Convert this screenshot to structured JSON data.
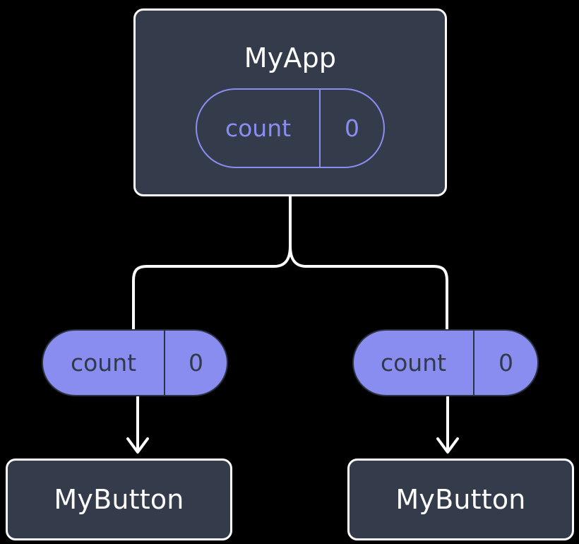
{
  "diagram": {
    "type": "component-tree",
    "background_color": "#000000",
    "root": {
      "name": "MyApp",
      "box_fill": "#343c4c",
      "box_border": "#fbfbfb",
      "title_color": "#ffffff",
      "state": {
        "key": "count",
        "value": "0",
        "style": "outline",
        "accent_color": "#8a8df0"
      }
    },
    "props": [
      {
        "key": "count",
        "value": "0",
        "style": "filled",
        "fill_color": "#8a8df0",
        "text_color": "#31394a",
        "target": "MyButton"
      },
      {
        "key": "count",
        "value": "0",
        "style": "filled",
        "fill_color": "#8a8df0",
        "text_color": "#31394a",
        "target": "MyButton"
      }
    ],
    "children": [
      {
        "name": "MyButton",
        "box_fill": "#343c4c",
        "box_border": "#fbfbfb",
        "title_color": "#ffffff"
      },
      {
        "name": "MyButton",
        "box_fill": "#343c4c",
        "box_border": "#fbfbfb",
        "title_color": "#ffffff"
      }
    ],
    "connectors": {
      "color": "#ffffff",
      "branch_stroke_width": 4,
      "arrow_stroke_width": 4,
      "description": "Root splits into two rounded elbow branches feeding the prop pills; each pill drops a straight arrow into its MyButton child."
    }
  }
}
